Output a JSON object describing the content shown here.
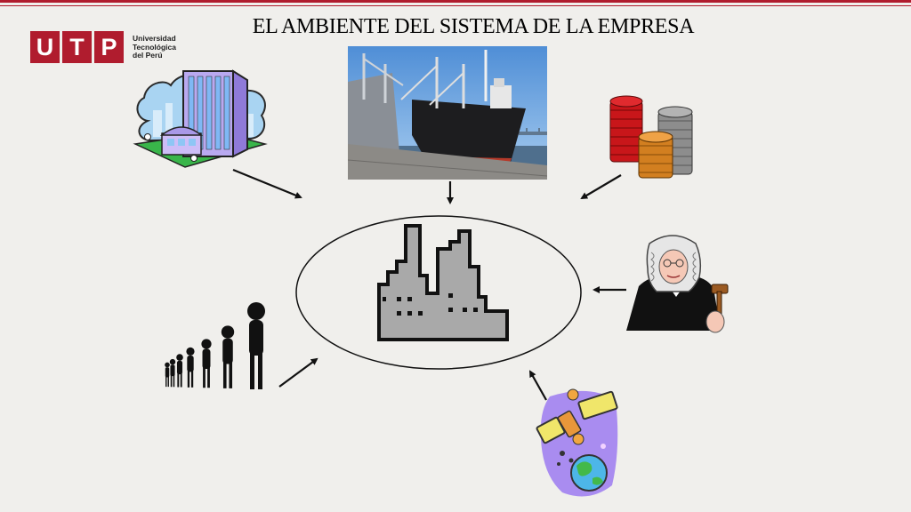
{
  "slide": {
    "title": "EL AMBIENTE DEL SISTEMA DE LA EMPRESA"
  },
  "logo": {
    "letters": [
      "U",
      "T",
      "P"
    ],
    "name_lines": [
      "Universidad",
      "Tecnológica",
      "del Perú"
    ],
    "brand_color": "#b01c2e"
  },
  "diagram": {
    "center": "factory-icon",
    "surroundings": [
      "office-buildings-icon",
      "cargo-ship-photo",
      "coin-stacks-icon",
      "judge-with-gavel-icon",
      "globe-satellite-icon",
      "people-silhouettes-icon"
    ]
  }
}
